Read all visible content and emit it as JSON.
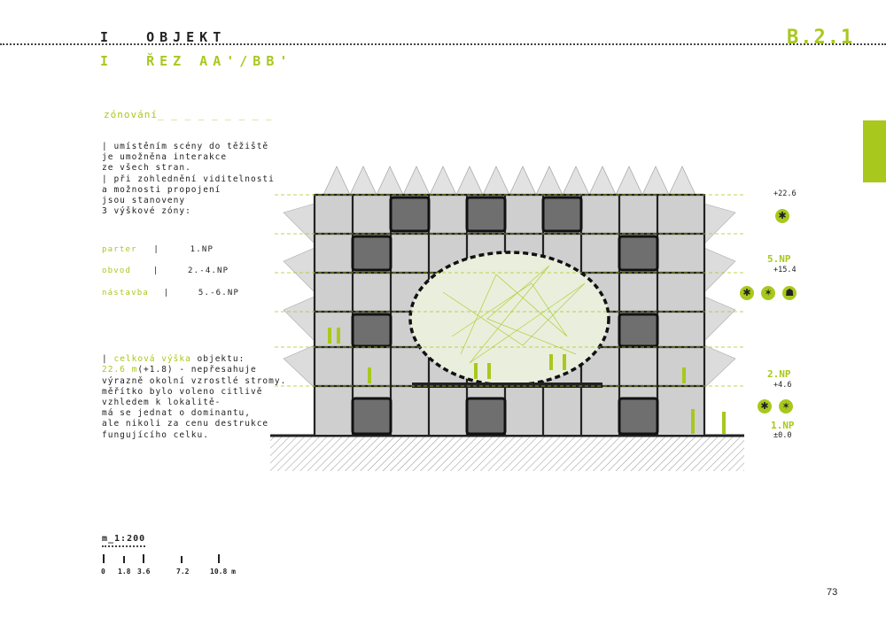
{
  "header": {
    "line1_prefix": "I",
    "line1_title": "OBJEKT",
    "line2_prefix": "I",
    "line2_title": "ŘEZ AA'/BB'",
    "sheet_code": "B.2.1"
  },
  "section": {
    "title": "zónování_ _ _ _ _ _ _ _ _"
  },
  "intro_text": "| umístěním scény do těžiště\nje umožněna interakce\nze všech stran.\n| při zohlednění viditelnosti\na možnosti propojení\njsou stanoveny\n3 výškové zóny:",
  "zones": [
    {
      "name": "parter",
      "sep": "|",
      "floors": "1.NP"
    },
    {
      "name": "obvod",
      "sep": "|",
      "floors": "2.-4.NP"
    },
    {
      "name": "nástavba",
      "sep": "|",
      "floors": "5.-6.NP"
    }
  ],
  "height_text": {
    "lead_bar": "|",
    "lead_green": "celková výška",
    "lead_rest": " objektu:",
    "value_green": "22.6 m",
    "value_rest": "(+1.8) - nepřesahuje",
    "rest": "výrazně okolní vzrostlé stromy.\nměřítko bylo voleno citlivě\nvzhledem k lokalitě-\nmá se jednat o dominantu,\nale nikoli za cenu destrukce\nfungujícího celku."
  },
  "levels": [
    {
      "label": "",
      "height": "+22.6",
      "icons": [
        "✱"
      ]
    },
    {
      "label": "5.NP",
      "height": "+15.4",
      "icons": [
        "✱",
        "✶",
        "☗"
      ]
    },
    {
      "label": "2.NP",
      "height": "+4.6",
      "icons": [
        "✱",
        "✶"
      ]
    },
    {
      "label": "1.NP",
      "height": "±0.0",
      "icons": []
    }
  ],
  "scale": {
    "title": "m_1:200",
    "ticks": [
      "0",
      "1.8",
      "3.6",
      "7.2",
      "10.8 m"
    ]
  },
  "page_number": "73",
  "colors": {
    "accent": "#a8c81e",
    "structure": "#222222",
    "panel": "#bdbdbd"
  }
}
